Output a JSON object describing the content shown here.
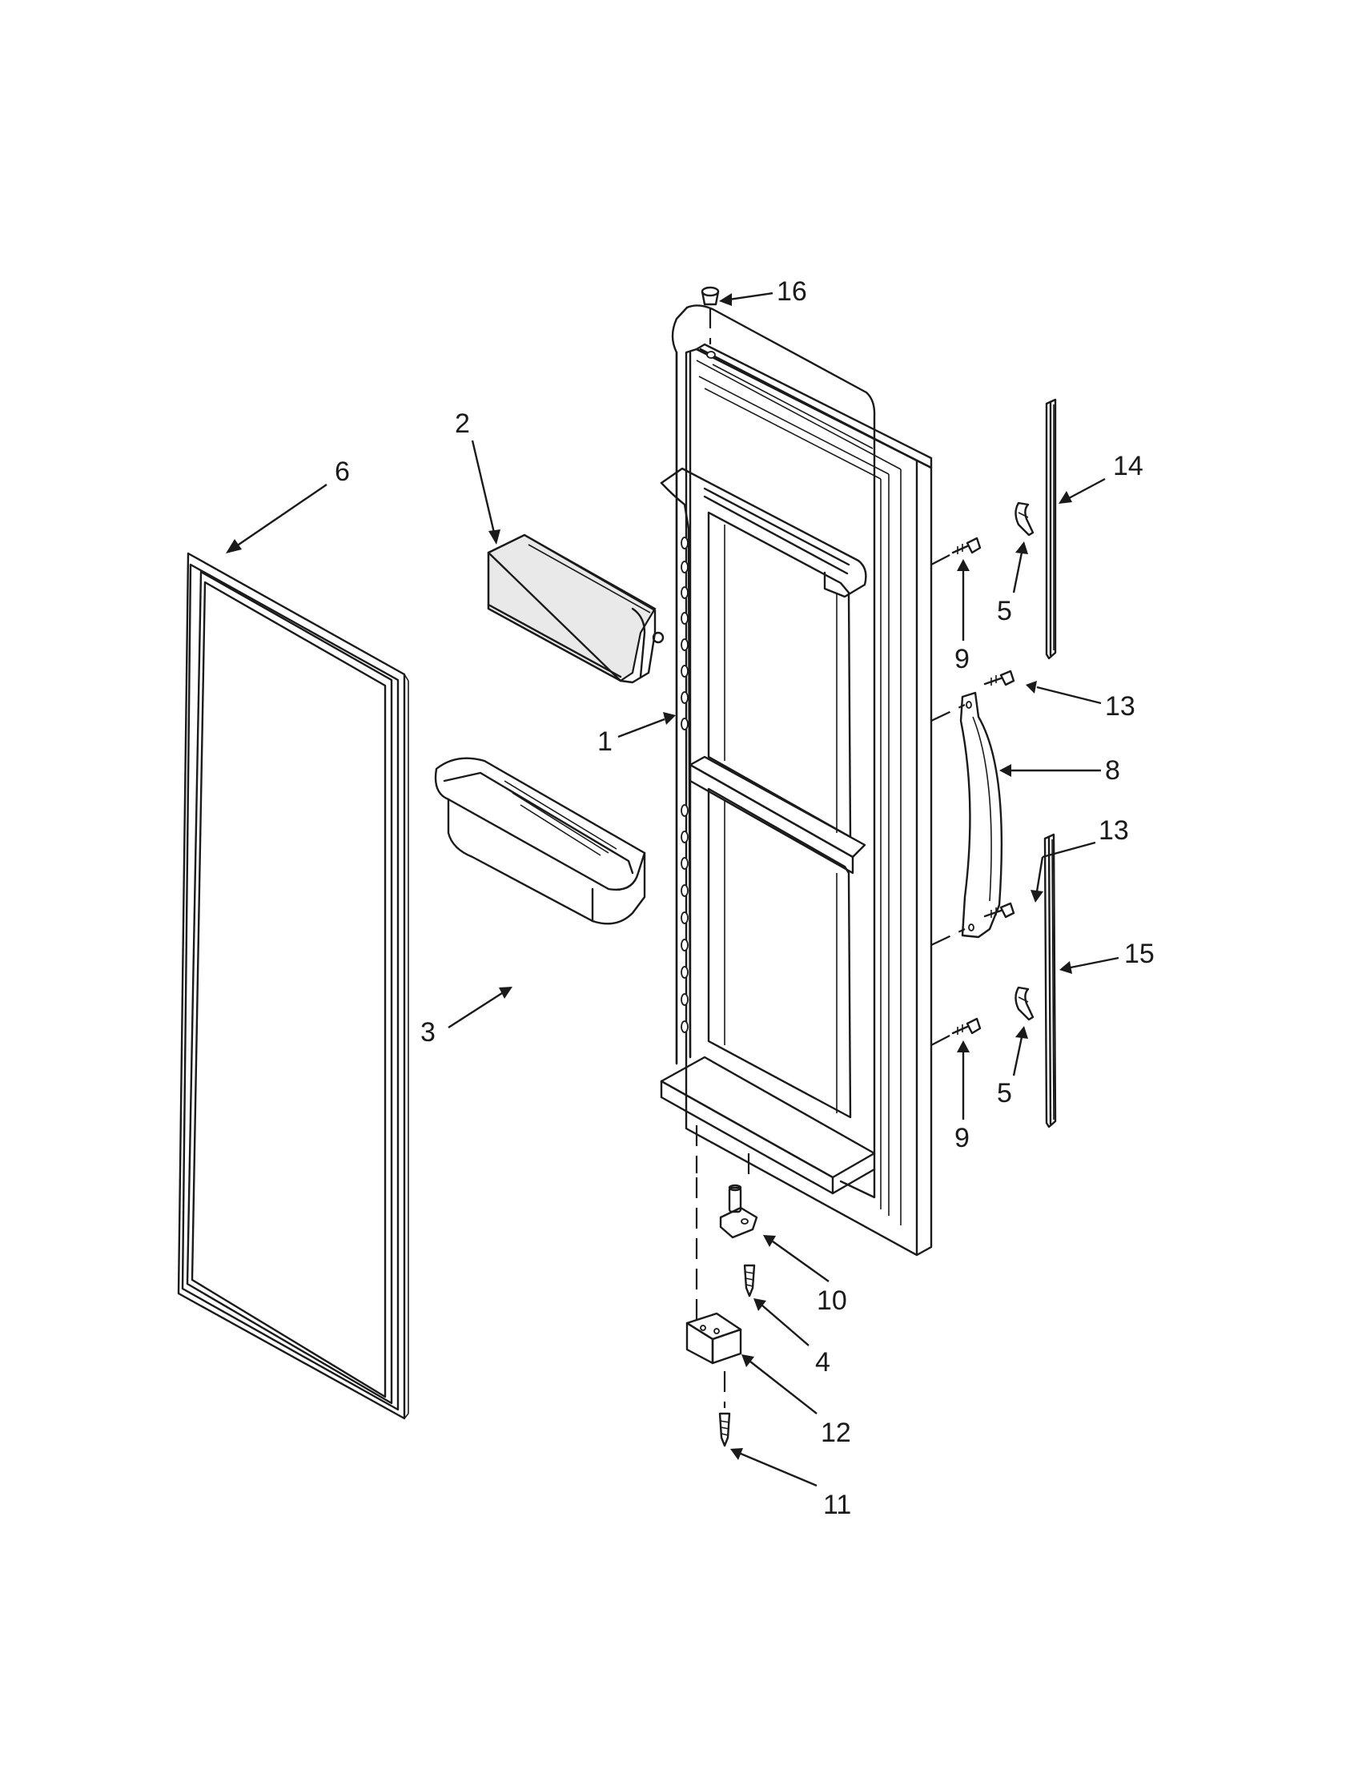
{
  "callouts": {
    "c1": "1",
    "c2": "2",
    "c3": "3",
    "c4": "4",
    "c5a": "5",
    "c5b": "5",
    "c6": "6",
    "c8": "8",
    "c9a": "9",
    "c9b": "9",
    "c10": "10",
    "c11": "11",
    "c12": "12",
    "c13a": "13",
    "c13b": "13",
    "c14": "14",
    "c15": "15",
    "c16": "16"
  }
}
